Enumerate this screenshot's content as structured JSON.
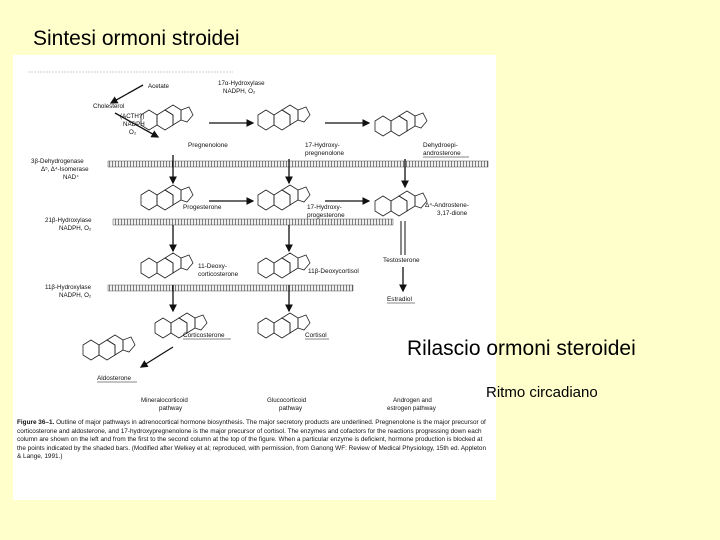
{
  "slide": {
    "title": "Sintesi ormoni stroidei",
    "heading": "Rilascio ormoni steroidei",
    "subheading": "Ritmo circadiano"
  },
  "figure": {
    "enzymes": {
      "acetate": "Acetate",
      "cholesterol": "Cholesterol",
      "acth": "(ACTH?)",
      "nadph": "NADPH",
      "o2": "O₂",
      "hydroxylase17": "17α-Hydroxylase",
      "hydroxylase17_cof": "NADPH, O₂",
      "dehydrogenase3b": "3β-Dehydrogenase",
      "isomerase": "Δ⁵, Δ⁴-Isomerase",
      "nad": "NAD⁺",
      "hydroxylase21": "21β-Hydroxylase",
      "hydroxylase21_cof": "NADPH, O₂",
      "hydroxylase11": "11β-Hydroxylase",
      "hydroxylase11_cof": "NADPH, O₂"
    },
    "products": {
      "pregnenolone": "Pregnenolone",
      "hydroxypregnenolone_1": "17-Hydroxy-",
      "hydroxypregnenolone_2": "pregnenolone",
      "dhea_1": "Dehydroepi-",
      "dhea_2": "androsterone",
      "progesterone": "Progesterone",
      "hydroxyprogesterone_1": "17-Hydroxy-",
      "hydroxyprogesterone_2": "progesterone",
      "androstenedione_1": "Δ⁴-Androstene-",
      "androstenedione_2": "3,17-dione",
      "deoxycorticosterone_1": "11-Deoxy-",
      "deoxycorticosterone_2": "corticosterone",
      "deoxycortisol": "11β-Deoxycortisol",
      "testosterone": "Testosterone",
      "estradiol": "Estradiol",
      "corticosterone": "Corticosterone",
      "cortisol": "Cortisol",
      "aldosterone": "Aldosterone"
    },
    "columns": {
      "mineralo_1": "Mineralocorticoid",
      "mineralo_2": "pathway",
      "gluco_1": "Glucocorticoid",
      "gluco_2": "pathway",
      "androgen_1": "Androgen and",
      "androgen_2": "estrogen pathway"
    },
    "caption": {
      "number": "Figure 36–1.",
      "text": "Outline of major pathways in adrenocortical hormone biosynthesis. The major secretory products are underlined. Pregnenolone is the major precursor of corticosterone and aldosterone, and 17-hydroxypregnenolone is the major precursor of cortisol. The enzymes and cofactors for the reactions progressing down each column are shown on the left and from the first to the second column at the top of the figure. When a particular enzyme is deficient, hormone production is blocked at the points indicated by the shaded bars. (Modified after Welkey et al; reproduced, with permission, from Ganong WF: Review of Medical Physiology, 15th ed. Appleton & Lange, 1991.)"
    }
  }
}
